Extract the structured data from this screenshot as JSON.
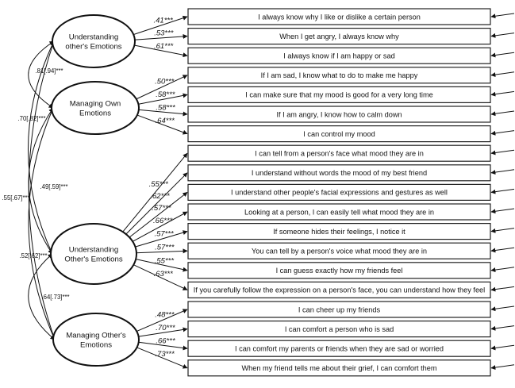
{
  "factors": [
    {
      "id": "f1",
      "lines": [
        "Understanding",
        "other's Emotions"
      ]
    },
    {
      "id": "f2",
      "lines": [
        "Managing Own",
        "Emotions"
      ]
    },
    {
      "id": "f3",
      "lines": [
        "Understanding",
        "Other's Emotions"
      ]
    },
    {
      "id": "f4",
      "lines": [
        "Managing Other's",
        "Emotions"
      ]
    }
  ],
  "items": [
    {
      "text": "I always know why I like or dislike a certain person",
      "factor": 0,
      "loading": ".41***"
    },
    {
      "text": "When I get angry, I always know why",
      "factor": 0,
      "loading": ".53***"
    },
    {
      "text": "I always know if I am happy or sad",
      "factor": 0,
      "loading": ".61***"
    },
    {
      "text": "If I am sad, I know what to do to make me happy",
      "factor": 1,
      "loading": ".50***"
    },
    {
      "text": "I can make sure that my mood is good for a very long time",
      "factor": 1,
      "loading": ".58***"
    },
    {
      "text": "If I am angry, I know how to calm down",
      "factor": 1,
      "loading": ".58***"
    },
    {
      "text": "I can control my mood",
      "factor": 1,
      "loading": ".64***"
    },
    {
      "text": "I can tell from a person's face what mood they are in",
      "factor": 2,
      "loading": ".55***"
    },
    {
      "text": "I understand without words the mood of my best friend",
      "factor": 2,
      "loading": ".62***"
    },
    {
      "text": "I understand other people's facial expressions and gestures as well",
      "factor": 2,
      "loading": ".57***"
    },
    {
      "text": "Looking at a person, I can easily tell what mood they are in",
      "factor": 2,
      "loading": ".66***"
    },
    {
      "text": "If someone hides their feelings, I notice it",
      "factor": 2,
      "loading": ".57***"
    },
    {
      "text": "You can tell by a person's voice what mood they are in",
      "factor": 2,
      "loading": ".57***"
    },
    {
      "text": "I can guess exactly how my friends feel",
      "factor": 2,
      "loading": ".55***"
    },
    {
      "text": "If you carefully follow the expression on a person's face, you can understand how they feel",
      "factor": 2,
      "loading": ".63***"
    },
    {
      "text": "I can cheer up my friends",
      "factor": 3,
      "loading": ".48***"
    },
    {
      "text": "I can comfort a person who is sad",
      "factor": 3,
      "loading": ".70***"
    },
    {
      "text": "I can comfort my parents or friends when they are sad or worried",
      "factor": 3,
      "loading": ".66***"
    },
    {
      "text": "When my friend tells me about their grief, I can comfort them",
      "factor": 3,
      "loading": ".73***"
    }
  ],
  "correlations": [
    {
      "from": 0,
      "to": 1,
      "label": ".81[.94]***"
    },
    {
      "from": 0,
      "to": 2,
      "label": ".70[.82]***"
    },
    {
      "from": 1,
      "to": 2,
      "label": ".49[.59]***"
    },
    {
      "from": 0,
      "to": 3,
      "label": ".55[.67]***"
    },
    {
      "from": 1,
      "to": 3,
      "label": ".52[.62]***"
    },
    {
      "from": 2,
      "to": 3,
      "label": ".64[.73]***"
    }
  ]
}
